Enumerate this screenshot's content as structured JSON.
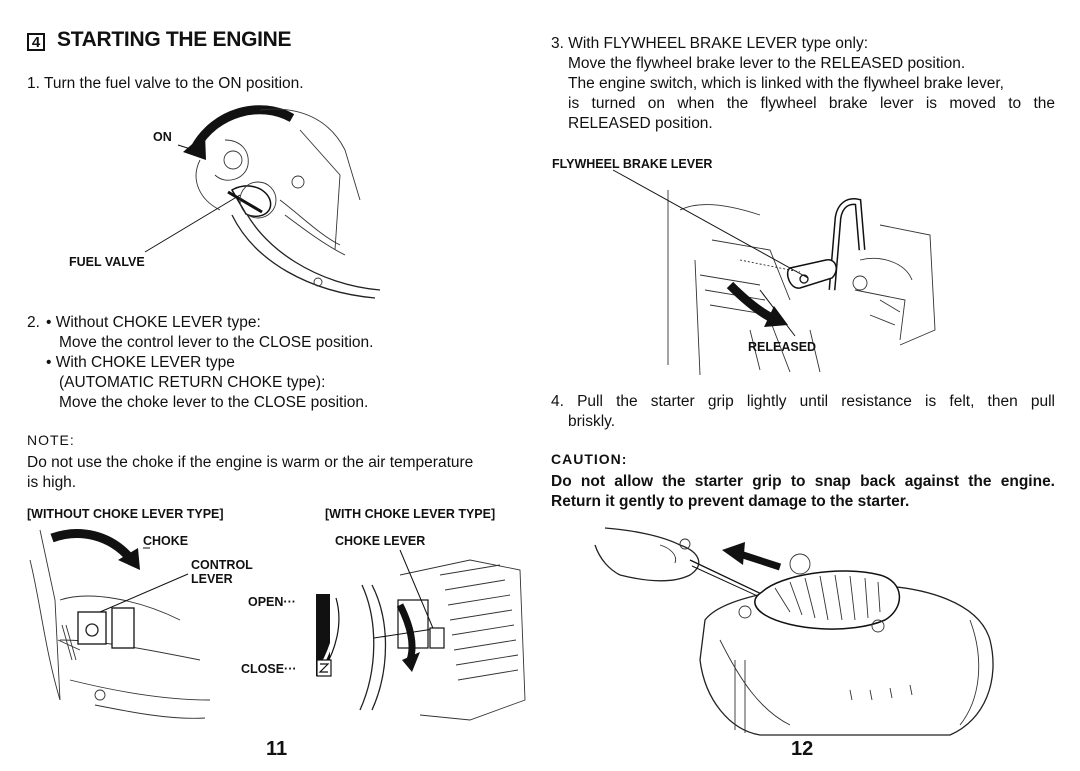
{
  "left": {
    "section_number": "4",
    "title": "STARTING THE ENGINE",
    "step1": "1. Turn the fuel valve to the ON position.",
    "fig1": {
      "on_label": "ON",
      "fuel_valve_label": "FUEL VALVE"
    },
    "step2": {
      "number": "2.",
      "bullet1": "• Without CHOKE LEVER type:",
      "bullet1_text": "Move the control lever to the CLOSE position.",
      "bullet2": "• With CHOKE LEVER type",
      "bullet2_sub": "(AUTOMATIC RETURN CHOKE type):",
      "bullet2_text": "Move the choke lever to the CLOSE position."
    },
    "note_title": "NOTE:",
    "note_line1": "Do not use the choke if the engine is warm or the air temperature",
    "note_line2": "is high.",
    "fig2": {
      "without_heading": "[WITHOUT CHOKE LEVER TYPE]",
      "with_heading": "[WITH CHOKE LEVER TYPE]",
      "choke_label": "CHOKE",
      "control_label": "CONTROL",
      "lever_label": "LEVER",
      "choke_lever_label": "CHOKE LEVER",
      "open_label": "OPEN···",
      "close_label": "CLOSE···"
    },
    "page_number": "11"
  },
  "right": {
    "step3": "3. With FLYWHEEL BRAKE LEVER type only:",
    "step3_line2": "Move the flywheel brake lever to the RELEASED position.",
    "step3_line3": "The engine switch, which is linked with the flywheel brake lever,",
    "step3_line4": "is turned on when the flywheel brake lever is moved to the",
    "step3_line5": "RELEASED position.",
    "fig3": {
      "brake_lever_label": "FLYWHEEL BRAKE LEVER",
      "released_label": "RELEASED"
    },
    "step4_line1": "4. Pull the starter grip lightly until resistance is felt, then pull",
    "step4_line2": "briskly.",
    "caution_title": "CAUTION:",
    "caution_line1": "Do not allow the starter grip to snap back against the engine.",
    "caution_line2": "Return it gently to prevent damage to the starter.",
    "page_number": "12"
  }
}
